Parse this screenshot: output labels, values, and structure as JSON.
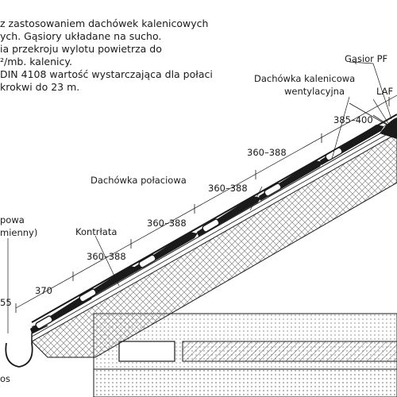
{
  "notes": [
    "z zastosowaniem dachówek kalenicowych",
    "ych. Gąsiory układane na sucho.",
    "ia przekroju wylotu powietrza do",
    "²/mb. kalenicy.",
    "DIN 4108 wartość wystarczająca dla połaci",
    "krokwi do 23 m."
  ],
  "labels": {
    "gasior": "Gąsior PF",
    "kalenicowa_1": "Dachówka kalenicowa",
    "kalenicowa_2": "wentylacyjna",
    "laf": "LAF",
    "polaciowa": "Dachówka połaciowa",
    "kontrlata": "Kontrłata",
    "left_frag_1": "powa",
    "left_frag_2": "mienny)",
    "bottom_frag": "os"
  },
  "dimensions": {
    "d_ridge": "385–400",
    "d_upper": "360–388",
    "d_mid": "360–388",
    "d_lower": "360–388",
    "d_low2": "360–388",
    "d_eave": "370",
    "d_edge": "55"
  },
  "colors": {
    "tile": "#1a1a1a",
    "line": "#1a1a1a",
    "insulation": "#8a8a8a",
    "wall": "#c8c8c8"
  }
}
